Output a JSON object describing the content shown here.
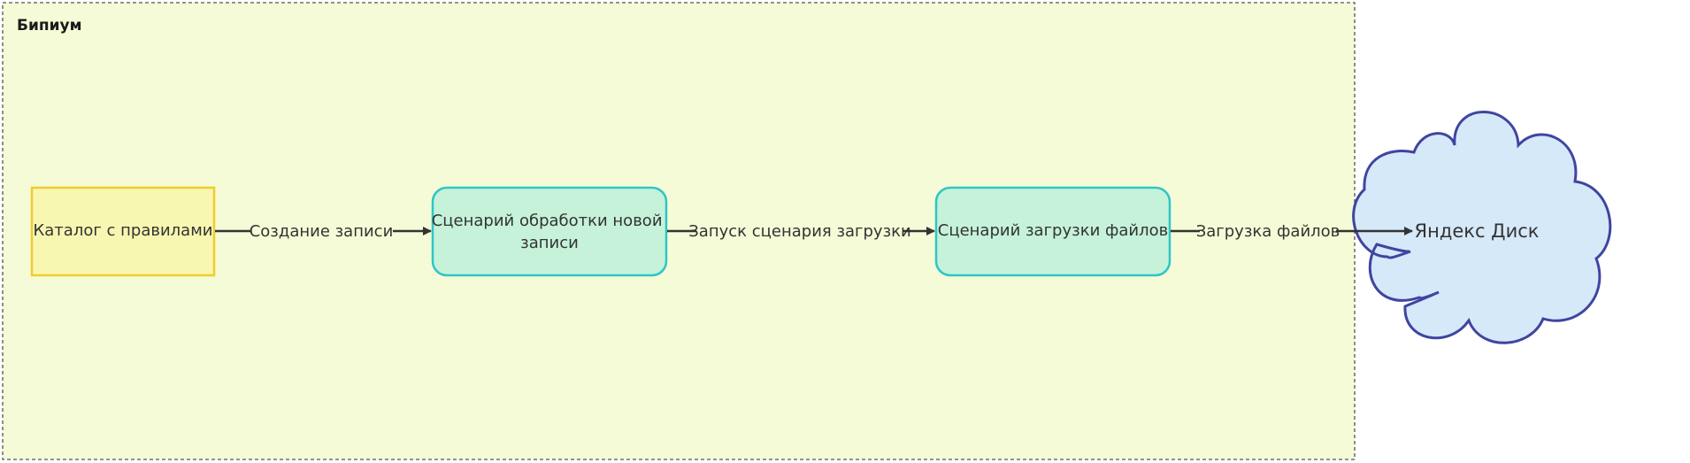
{
  "group": {
    "title": "Бипиум"
  },
  "nodes": {
    "catalog": {
      "label": "Каталог с правилами"
    },
    "processing": {
      "label_line1": "Сценарий обработки новой",
      "label_line2": "записи"
    },
    "upload": {
      "label": "Сценарий загрузки файлов"
    },
    "yandex": {
      "label": "Яндекс Диск"
    }
  },
  "edges": {
    "create_record": {
      "label": "Создание записи"
    },
    "start_upload": {
      "label": "Запуск сценария загрузки"
    },
    "upload_files": {
      "label": "Загрузка файлов"
    }
  },
  "colors": {
    "group_fill": "#f5fbd6",
    "group_stroke": "#555555",
    "catalog_fill": "#f8f7b1",
    "catalog_stroke": "#f0cd2e",
    "scenario_fill": "#c5f2d9",
    "scenario_stroke": "#2ec5c8",
    "cloud_fill": "#d6e9f9",
    "cloud_stroke": "#3f45a0",
    "edge": "#333333"
  }
}
